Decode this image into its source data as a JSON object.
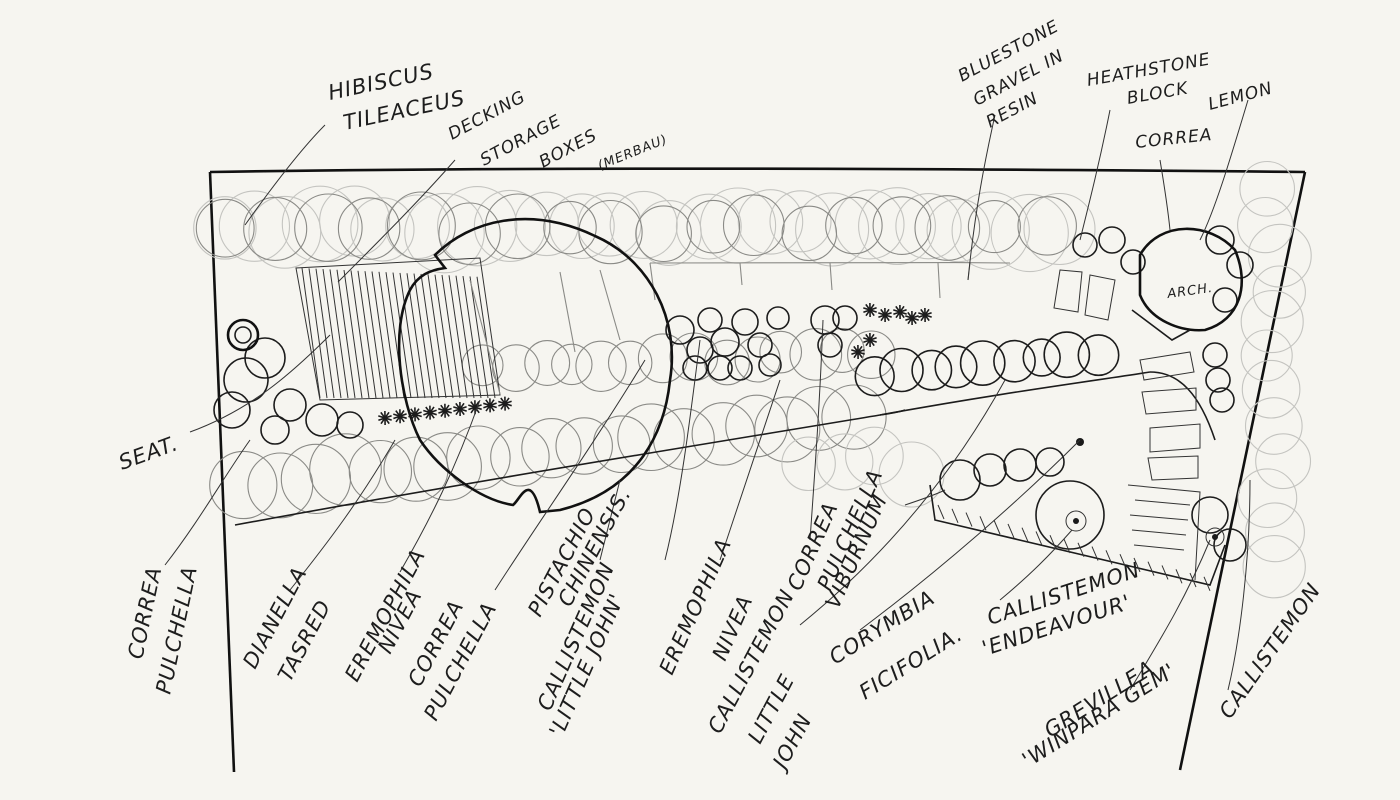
{
  "labels": {
    "hibiscus_1": "HIBISCUS",
    "hibiscus_2": "TILEACEUS",
    "decking_1": "DECKING",
    "decking_2": "STORAGE",
    "decking_3": "BOXES",
    "decking_4": "(MERBAU)",
    "bluestone_1": "BLUESTONE",
    "bluestone_2": "GRAVEL IN",
    "bluestone_3": "RESIN",
    "heathstone_1": "HEATHSTONE",
    "heathstone_2": "BLOCK",
    "correa_top": "CORREA",
    "lemon": "LEMON",
    "arch": "ARCH.",
    "seat": "SEAT.",
    "correa_pulchella_left_1": "CORREA",
    "correa_pulchella_left_2": "PULCHELLA",
    "dianella_1": "DIANELLA",
    "dianella_2": "TASRED",
    "eremophila_1a": "EREMOPHILA",
    "eremophila_1b": "NIVEA",
    "correa_pulchella_mid_1": "CORREA",
    "correa_pulchella_mid_2": "PULCHELLA",
    "pistachio_1": "PISTACHIO",
    "pistachio_2": "CHINENSIS.",
    "callistemon_ls_1": "CALLISTEMON",
    "callistemon_ls_2": "'LITTLE JOHN'",
    "eremophila_2a": "EREMOPHILA",
    "eremophila_2b": "NIVEA",
    "correa_pulchella_right_1": "CORREA",
    "correa_pulchella_right_2": "PULCHELLA",
    "viburnum": "VIBURNUM",
    "callistemon_lj_1": "CALLISTEMON",
    "callistemon_lj_2": "LITTLE",
    "callistemon_lj_3": "JOHN",
    "corymbia_1": "CORYMBIA",
    "corymbia_2": "FICIFOLIA.",
    "callistemon_end_1": "CALLISTEMON",
    "callistemon_end_2": "'ENDEAVOUR'",
    "grevillea_1": "GREVILLEA",
    "grevillea_2": "'WINPARA GEM'",
    "callistemon_right": "CALLISTEMON"
  }
}
